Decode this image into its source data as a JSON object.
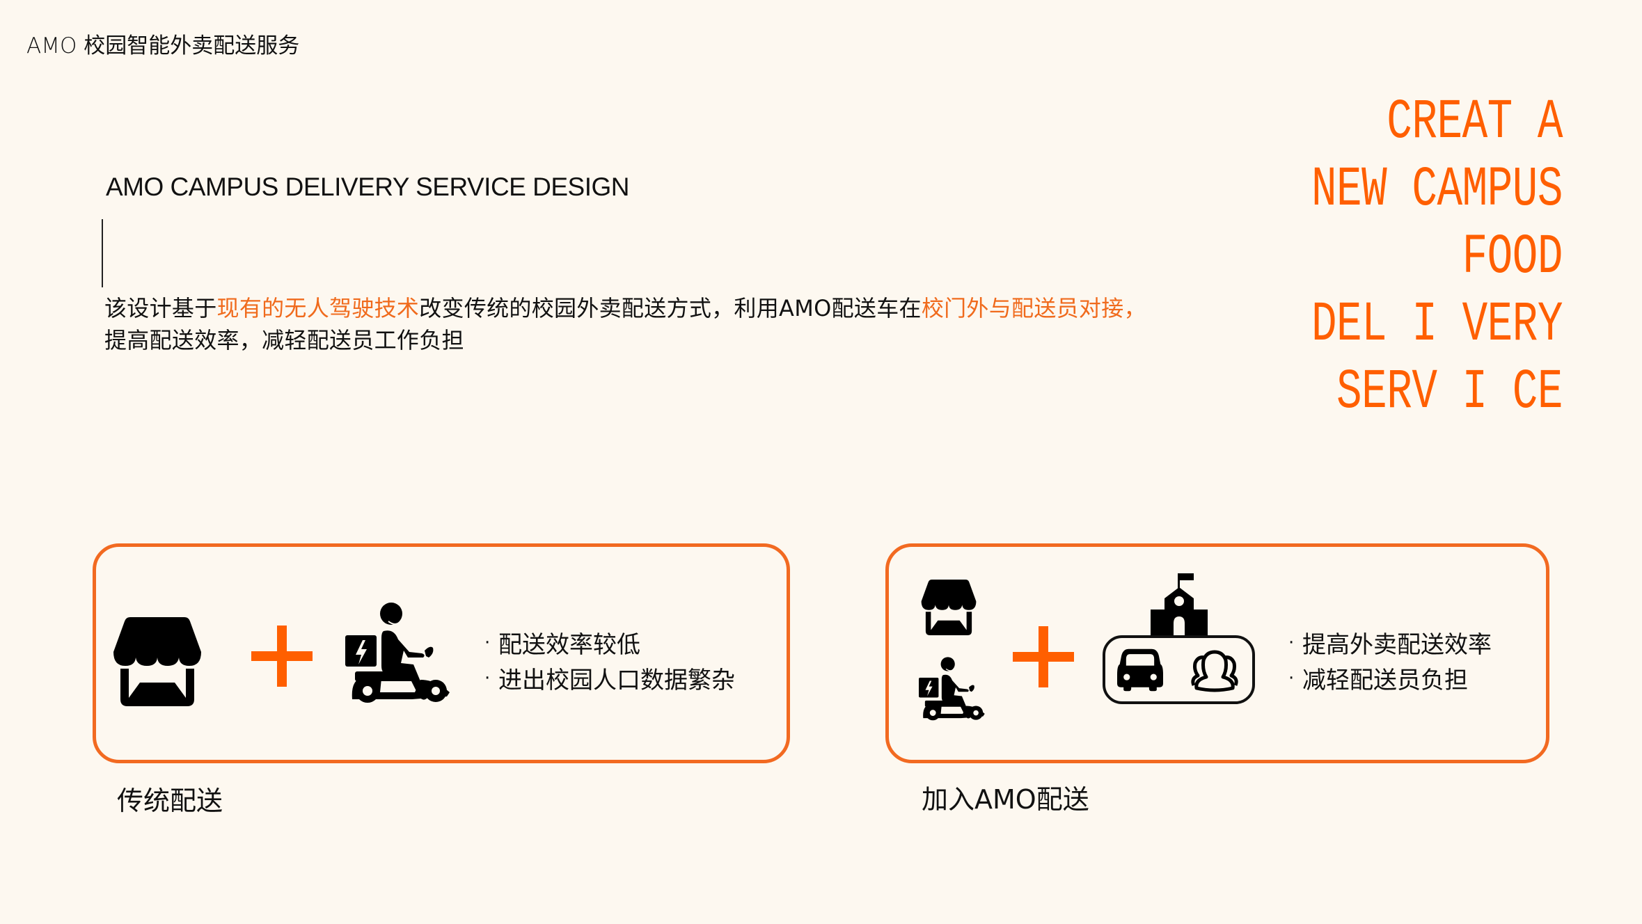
{
  "header": {
    "title": "AMO 校园智能外卖配送服务"
  },
  "intro": {
    "subtitle": "AMO CAMPUS DELIVERY SERVICE DESIGN",
    "description": {
      "seg1": "该设计基于",
      "seg2_highlight": "现有的无人驾驶技术",
      "seg3": "改变传统的校园外卖配送方式，利用AMO配送车在",
      "seg4_highlight": "校门外与配送员对接，",
      "seg5": "提高配送效率，减轻配送员工作负担"
    }
  },
  "headline": {
    "lines": [
      "CREAT A",
      "NEW CAMPUS",
      "FOOD",
      "DEL I VERY",
      "SERV I CE"
    ]
  },
  "comparison": {
    "traditional": {
      "caption": "传统配送",
      "icons": [
        "store-icon",
        "plus-icon",
        "delivery-scooter-icon"
      ],
      "bullets": [
        "配送效率较低",
        "进出校园人口数据繁杂"
      ]
    },
    "amo": {
      "caption": "加入AMO配送",
      "icons": [
        "store-icon",
        "delivery-scooter-icon",
        "plus-icon",
        "school-icon",
        "car-icon",
        "people-group-icon"
      ],
      "bullets": [
        "提高外卖配送效率",
        "减轻配送员负担"
      ]
    },
    "bullet_marker": "·"
  },
  "colors": {
    "background": "#FDF8F0",
    "accent": "#FF5F00",
    "card_border": "#F26A21",
    "highlight_text": "#F06A1C",
    "text": "#111111"
  }
}
